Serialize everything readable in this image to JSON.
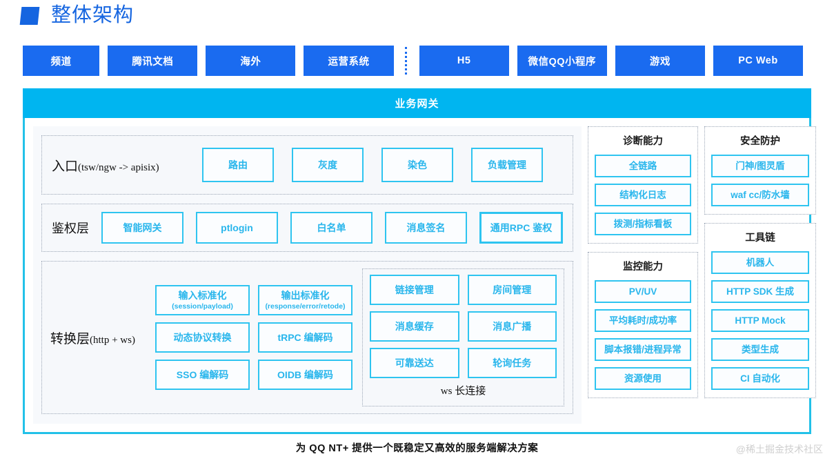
{
  "header": {
    "title": "整体架构",
    "marker_color": "#1565e0"
  },
  "clients": {
    "left_group": [
      "频道",
      "腾讯文档",
      "海外",
      "运营系统"
    ],
    "right_group": [
      "H5",
      "微信QQ小程序",
      "游戏",
      "PC Web"
    ],
    "chip_color": "#1a6bf0"
  },
  "gateway": {
    "label": "业务网关",
    "color": "#00b5f0"
  },
  "layers": {
    "entry": {
      "label_main": "入口",
      "label_sub": "(tsw/ngw -> apisix)",
      "cells": [
        "路由",
        "灰度",
        "染色",
        "负载管理"
      ]
    },
    "auth": {
      "label_main": "鉴权层",
      "cells": [
        "智能网关",
        "ptlogin",
        "白名单",
        "消息签名",
        "通用RPC 鉴权"
      ]
    },
    "transform": {
      "label_main": "转换层",
      "label_sub": "(http + ws)",
      "cells": [
        {
          "title": "输入标准化",
          "sub": "(session/payload)"
        },
        {
          "title": "输出标准化",
          "sub": "(response/error/retode)"
        },
        {
          "title": "动态协议转换",
          "sub": ""
        },
        {
          "title": "tRPC 编解码",
          "sub": ""
        },
        {
          "title": "SSO 编解码",
          "sub": ""
        },
        {
          "title": "OIDB 编解码",
          "sub": ""
        }
      ],
      "ws": {
        "caption": "ws 长连接",
        "cells": [
          "链接管理",
          "房间管理",
          "消息缓存",
          "消息广播",
          "可靠送达",
          "轮询任务"
        ]
      }
    }
  },
  "side_cards": {
    "diagnostics": {
      "title": "诊断能力",
      "items": [
        "全链路",
        "结构化日志",
        "拨测/指标看板"
      ]
    },
    "monitoring": {
      "title": "监控能力",
      "items": [
        "PV/UV",
        "平均耗时/成功率",
        "脚本报错/进程异常",
        "资源使用"
      ]
    },
    "security": {
      "title": "安全防护",
      "items": [
        "门神/图灵盾",
        "waf cc/防水墙"
      ]
    },
    "toolchain": {
      "title": "工具链",
      "items": [
        "机器人",
        "HTTP SDK 生成",
        "HTTP Mock",
        "类型生成",
        "CI 自动化"
      ]
    }
  },
  "footer": {
    "caption": "为 QQ NT+ 提供一个既稳定又高效的服务端解决方案",
    "watermark": "@稀土掘金技术社区"
  }
}
